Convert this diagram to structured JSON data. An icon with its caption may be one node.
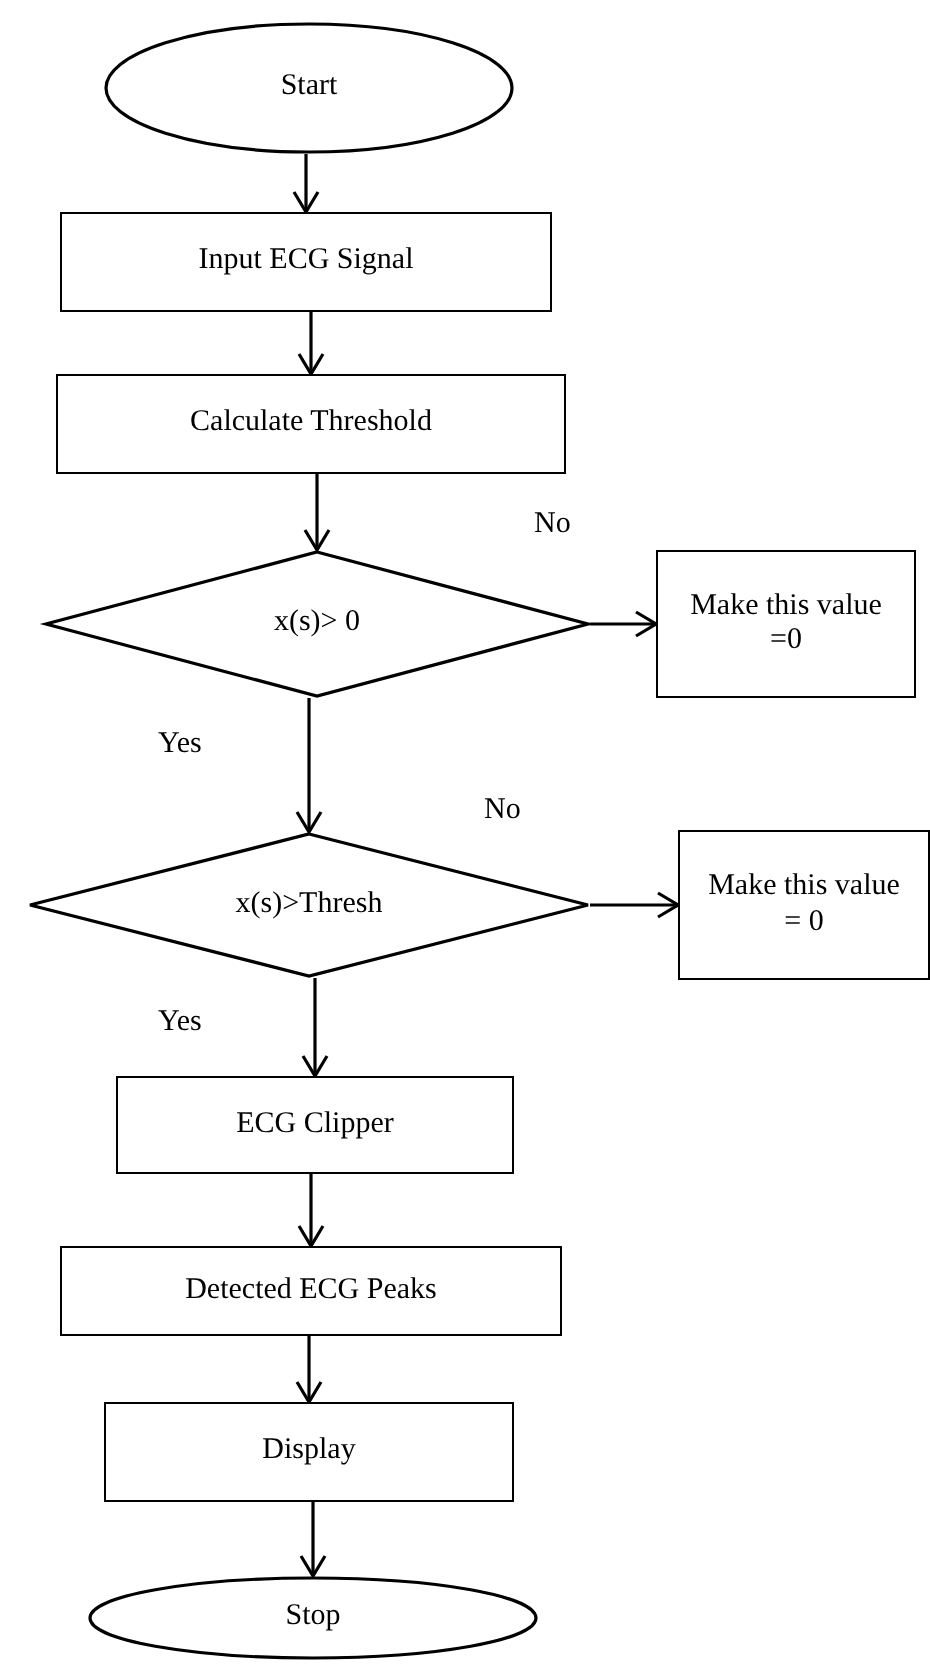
{
  "diagram": {
    "nodes": [
      {
        "text": [
          "Start"
        ]
      },
      {
        "text": [
          "Input ECG Signal"
        ]
      },
      {
        "text": [
          "Calculate Threshold"
        ]
      },
      {
        "text": [
          "x(s)> 0"
        ]
      },
      {
        "text": [
          "Make this value =0"
        ]
      },
      {
        "text": [
          "x(s)>Thresh"
        ]
      },
      {
        "text": [
          "Make this value = 0"
        ]
      },
      {
        "text": [
          "ECG Clipper"
        ]
      },
      {
        "text": [
          "Detected ECG Peaks"
        ]
      },
      {
        "text": [
          "Display"
        ]
      },
      {
        "text": [
          "Stop"
        ]
      }
    ],
    "edges": [
      {
        "from": 0,
        "to": 1,
        "arrow": "to"
      },
      {
        "from": 1,
        "to": 2,
        "arrow": "to"
      },
      {
        "from": 2,
        "to": 3,
        "arrow": "to"
      },
      {
        "from": 3,
        "to": 4,
        "arrow": "to",
        "label": "No"
      },
      {
        "from": 3,
        "to": 5,
        "arrow": "to",
        "label": "Yes"
      },
      {
        "from": 5,
        "to": 6,
        "arrow": "to",
        "label": "No"
      },
      {
        "from": 5,
        "to": 7,
        "arrow": "to",
        "label": "Yes"
      },
      {
        "from": 7,
        "to": 8,
        "arrow": "to"
      },
      {
        "from": 8,
        "to": 9,
        "arrow": "to"
      },
      {
        "from": 9,
        "to": 10,
        "arrow": "to"
      }
    ]
  }
}
